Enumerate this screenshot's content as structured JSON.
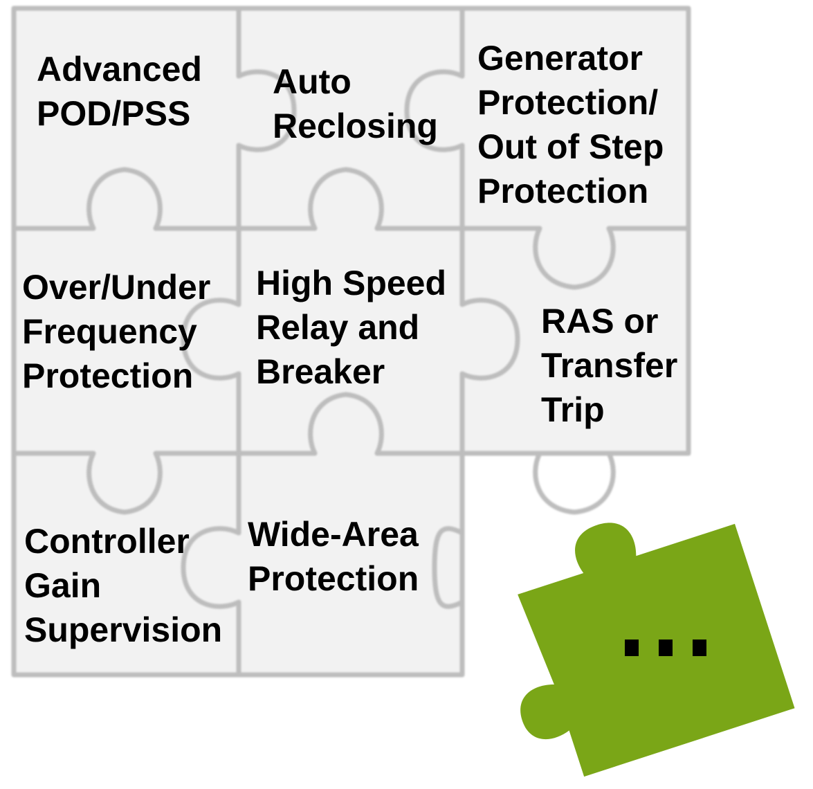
{
  "colors": {
    "piece_fill": "#f2f2f2",
    "piece_outline": "#bdbdbd",
    "missing_piece": "#7aa617",
    "text": "#000000"
  },
  "pieces": [
    {
      "lines": [
        "Advanced",
        "POD/PSS"
      ]
    },
    {
      "lines": [
        "Auto",
        "Reclosing"
      ]
    },
    {
      "lines": [
        "Generator",
        "Protection/",
        "Out of Step",
        "Protection"
      ]
    },
    {
      "lines": [
        "Over/Under",
        "Frequency",
        "Protection"
      ]
    },
    {
      "lines": [
        "High Speed",
        "Relay and",
        "Breaker"
      ]
    },
    {
      "lines": [
        "RAS or",
        "Transfer",
        "Trip"
      ]
    },
    {
      "lines": [
        "Controller",
        "Gain",
        "Supervision"
      ]
    },
    {
      "lines": [
        "Wide-Area",
        "Protection"
      ]
    }
  ],
  "missing_piece": {
    "icon": "puzzle-piece-icon",
    "label": "..."
  }
}
